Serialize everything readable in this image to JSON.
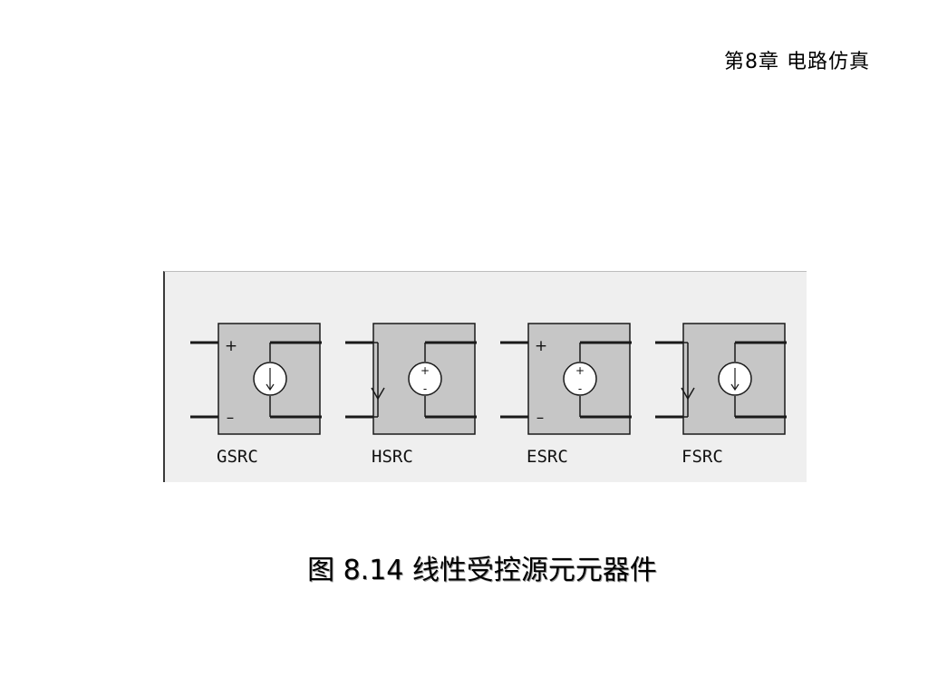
{
  "header": {
    "chapter": "第8章 电路仿真"
  },
  "figure": {
    "components": [
      {
        "label": "GSRC",
        "input": "voltage",
        "source": "current"
      },
      {
        "label": "HSRC",
        "input": "current",
        "source": "voltage"
      },
      {
        "label": "ESRC",
        "input": "voltage",
        "source": "voltage"
      },
      {
        "label": "FSRC",
        "input": "current",
        "source": "current"
      }
    ]
  },
  "caption": {
    "text": "图 8.14 线性受控源元元器件"
  },
  "colors": {
    "panel_bg": "#efefef",
    "body_fill": "#c6c6c6",
    "stroke": "#1a1a1a"
  }
}
